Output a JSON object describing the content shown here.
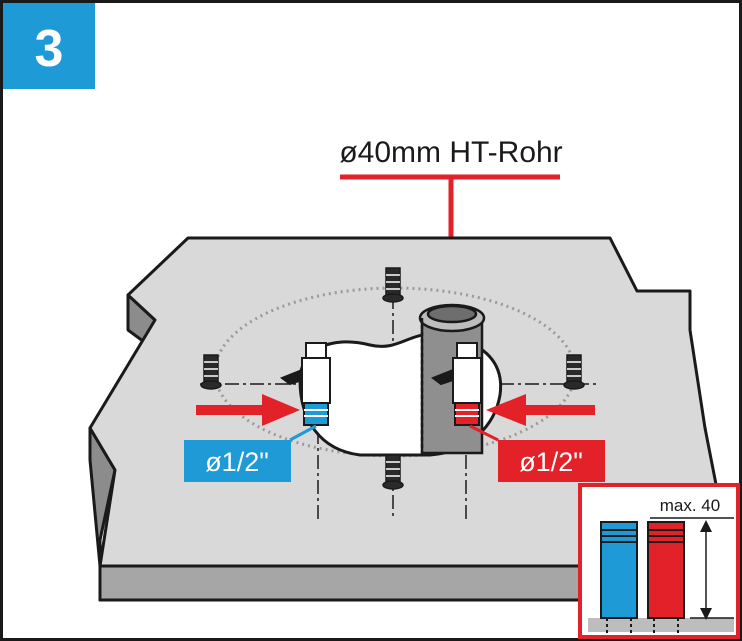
{
  "step": {
    "number": "3"
  },
  "pipe_label": "ø40mm HT-Rohr",
  "connections": {
    "cold": {
      "label": "ø1/2\"",
      "color": "#1e9ad6"
    },
    "hot": {
      "label": "ø1/2\"",
      "color": "#e32128"
    }
  },
  "inset": {
    "label": "max. 40"
  },
  "colors": {
    "accent_blue": "#1e9ad6",
    "accent_red": "#e32128",
    "slab": "#d9d9d9",
    "outline": "#1a1a1a"
  },
  "icons": [
    "screw-icon",
    "valve-icon",
    "pipe-icon",
    "arrow-icon"
  ]
}
